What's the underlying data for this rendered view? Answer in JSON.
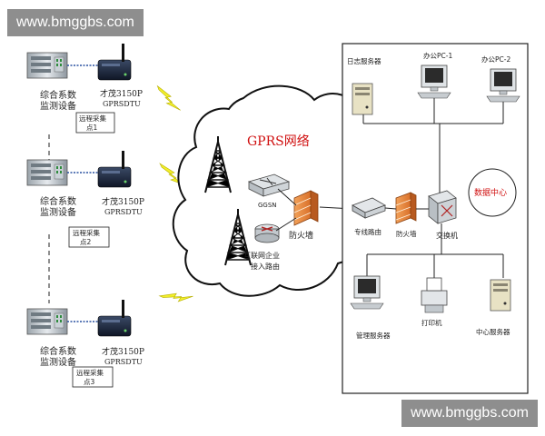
{
  "watermark_top": "www.bmggbs.com",
  "watermark_bottom": "www.bmggbs.com",
  "remote_sites": [
    {
      "device": "综合系数监测设备",
      "device_l1": "综合系数",
      "device_l2": "监测设备",
      "dtu": "才茂3150P GPRSDTU",
      "dtu_l1": "才茂3150P",
      "dtu_l2": "GPRSDTU",
      "point": "远程采集点1",
      "point_l1": "远程采集",
      "point_l2": "点1"
    },
    {
      "device": "综合系数监测设备",
      "device_l1": "综合系数",
      "device_l2": "监测设备",
      "dtu": "才茂3150P GPRSDTU",
      "dtu_l1": "才茂3150P",
      "dtu_l2": "GPRSDTU",
      "point": "远程采集点2",
      "point_l1": "远程采集",
      "point_l2": "点2"
    },
    {
      "device": "综合系数监测设备",
      "device_l1": "综合系数",
      "device_l2": "监测设备",
      "dtu": "才茂3150P GPRSDTU",
      "dtu_l1": "才茂3150P",
      "dtu_l2": "GPRSDTU",
      "point": "远程采集点3",
      "point_l1": "远程采集",
      "point_l2": "点3"
    }
  ],
  "cloud": {
    "title": "GPRS网络",
    "ggsn": "GGSN",
    "firewall": "防火墙",
    "router_l1": "互联网企业",
    "router_l2": "接入路由"
  },
  "center": {
    "title": "数据中心",
    "log_server": "日志服务器",
    "pc1": "办公PC-1",
    "pc2": "办公PC-2",
    "dedicated_router": "专线路由",
    "firewall": "防火墙",
    "switch": "交换机",
    "mgmt_server": "管理服务器",
    "printer": "打印机",
    "central_server": "中心服务器"
  }
}
